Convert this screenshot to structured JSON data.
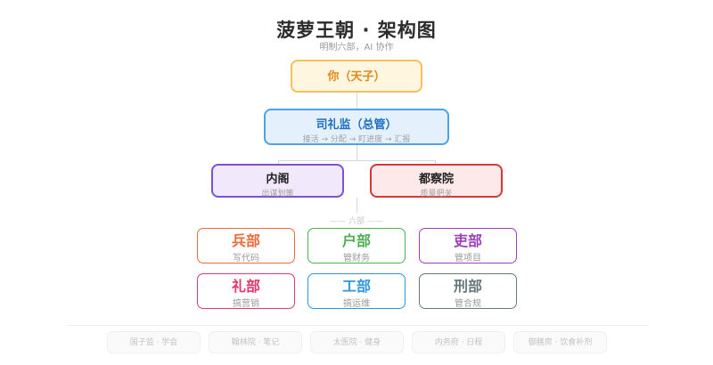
{
  "header": {
    "title": "菠萝王朝 · 架构图",
    "subtitle": "明制六部，AI 协作"
  },
  "emperor": {
    "name": "你（天子）",
    "color": "#e08a1e",
    "bg": "#fff6e0"
  },
  "director": {
    "name": "司礼监（总管）",
    "desc": "接活 → 分配 → 盯进度 → 汇报",
    "color": "#1e6fc2",
    "bg": "#e4f1fd"
  },
  "councils": [
    {
      "name": "内阁",
      "desc": "出谋划策",
      "color": "#7b52d6",
      "bg": "#f1e8fb"
    },
    {
      "name": "都察院",
      "desc": "质量把关",
      "color": "#d23a3a",
      "bg": "#fde9ea"
    }
  ],
  "six_ministries_label": "—— 六部 ——",
  "ministries": [
    {
      "name": "兵部",
      "desc": "写代码",
      "color": "#f06a3c"
    },
    {
      "name": "户部",
      "desc": "管财务",
      "color": "#4caf50"
    },
    {
      "name": "吏部",
      "desc": "管项目",
      "color": "#9c3fb8"
    },
    {
      "name": "礼部",
      "desc": "搞营销",
      "color": "#e3366b"
    },
    {
      "name": "工部",
      "desc": "搞运维",
      "color": "#2f96e0"
    },
    {
      "name": "刑部",
      "desc": "管合规",
      "color": "#66787d"
    }
  ],
  "minor_offices": [
    {
      "label": "国子监 · 学会"
    },
    {
      "label": "翰林院 · 笔记"
    },
    {
      "label": "太医院 · 健身"
    },
    {
      "label": "内务府 · 日程"
    },
    {
      "label": "御膳房 · 饮食补剂"
    }
  ]
}
